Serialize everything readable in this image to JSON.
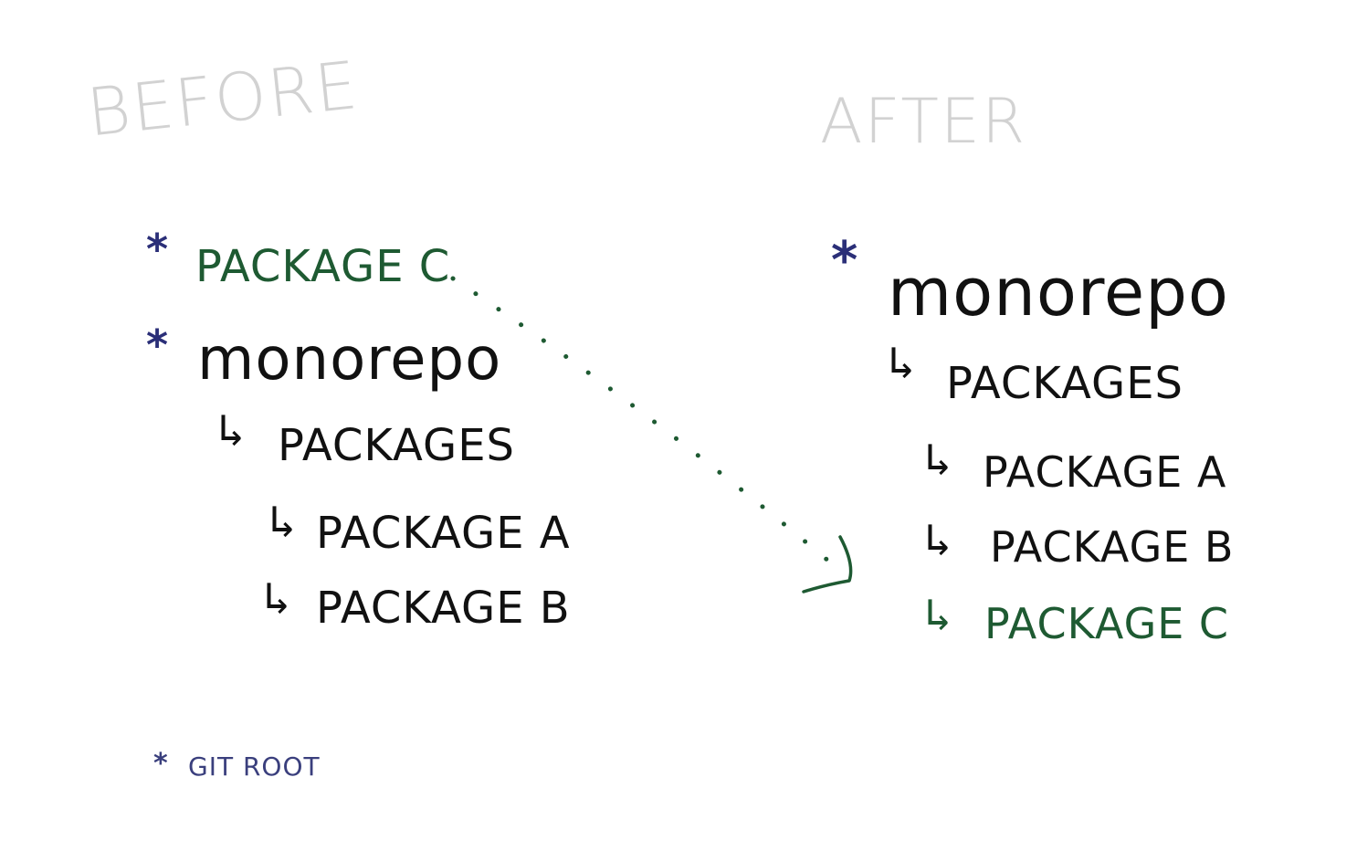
{
  "colors": {
    "ink": "#111111",
    "star": "#2b2f78",
    "moved": "#1e5a32",
    "heading": "#d2d2d2",
    "legend": "#3a3f7d"
  },
  "before": {
    "heading": "BEFORE",
    "star_1": "*",
    "star_2": "*",
    "packageC": "PACKAGE C",
    "monorepo": "monorepo",
    "packages": "PACKAGES",
    "packageA": "PACKAGE A",
    "packageB": "PACKAGE B"
  },
  "after": {
    "heading": "AFTER",
    "star": "*",
    "monorepo": "monorepo",
    "packages": "PACKAGES",
    "packageA": "PACKAGE A",
    "packageB": "PACKAGE B",
    "packageC": "PACKAGE C"
  },
  "tree_arrow": "↳",
  "legend": {
    "star": "*",
    "text": "GIT ROOT"
  }
}
